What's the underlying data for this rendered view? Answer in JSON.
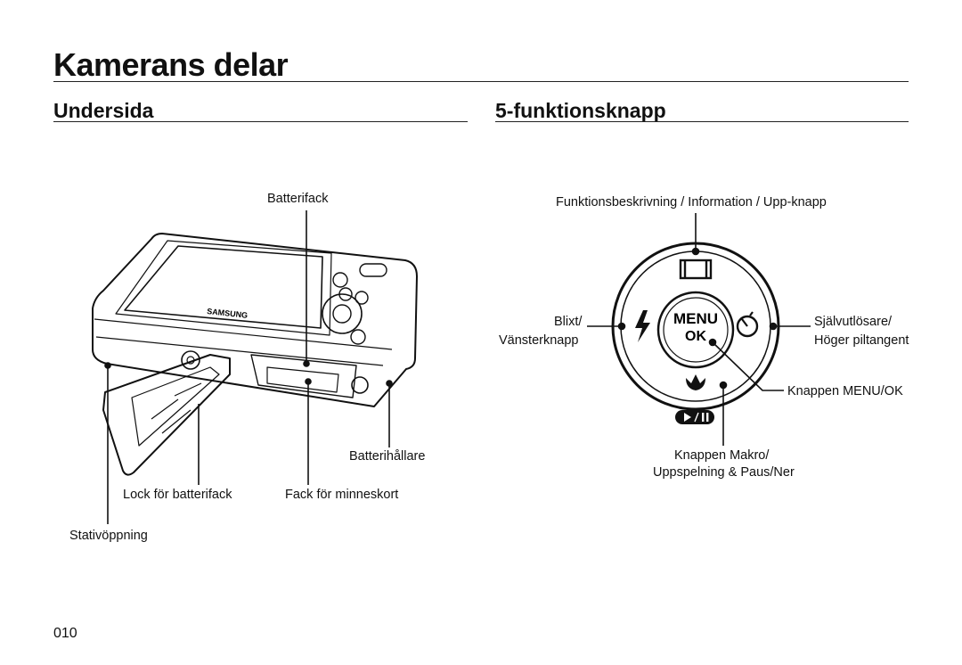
{
  "page_title": "Kamerans delar",
  "sections": {
    "left_heading": "Undersida",
    "right_heading": "5-funktionsknapp"
  },
  "camera_bottom": {
    "brand": "SAMSUNG",
    "labels": {
      "battery_compartment": "Batterifack",
      "battery_holder": "Batterihållare",
      "battery_lock": "Lock för batterifack",
      "memory_card_slot": "Fack för minneskort",
      "tripod_socket": "Stativöppning"
    }
  },
  "five_function_button": {
    "labels": {
      "up": "Funktionsbeskrivning / Information / Upp-knapp",
      "left_line1": "Blixt/",
      "left_line2": "Vänsterknapp",
      "right_line1": "Självutlösare/",
      "right_line2": "Höger piltangent",
      "center": "Knappen MENU/OK",
      "down_line1": "Knappen Makro/",
      "down_line2": "Uppspelning & Paus/Ner"
    },
    "center_text_top": "MENU",
    "center_text_bottom": "OK",
    "icons": [
      "display-icon",
      "flash-icon",
      "self-timer-icon",
      "macro-icon",
      "play-pause-icon"
    ]
  },
  "page_number": "010"
}
